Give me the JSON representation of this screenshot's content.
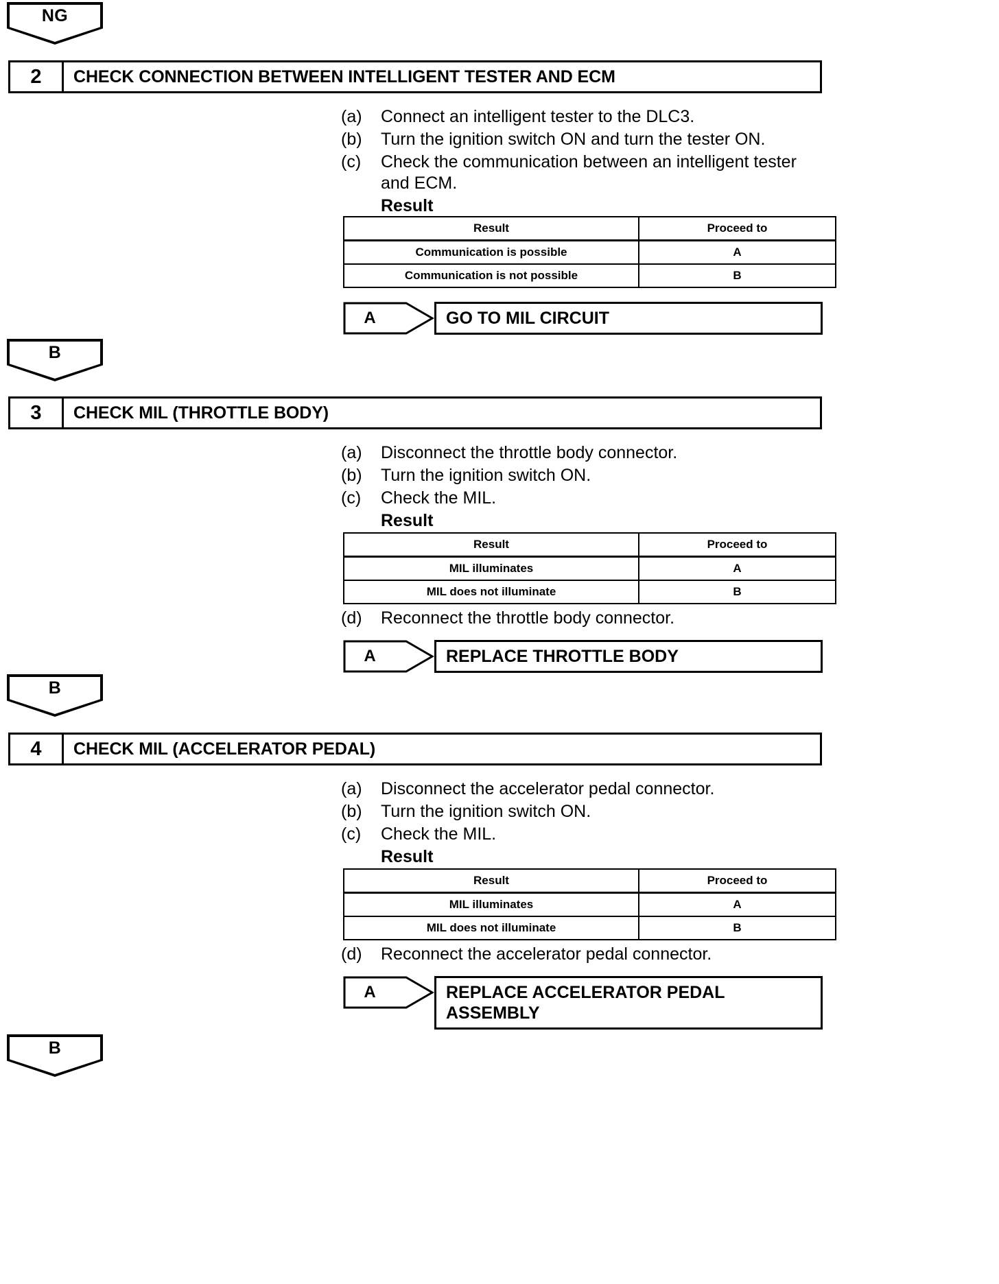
{
  "doc": {
    "type": "automotive-diagnostic-flowchart",
    "line_color": "#000000",
    "background": "#ffffff"
  },
  "connectors": {
    "ng_top": "NG",
    "b_after_step2": "B",
    "b_after_step3": "B",
    "b_after_step4": "B"
  },
  "steps": [
    {
      "number": "2",
      "title": "CHECK CONNECTION BETWEEN INTELLIGENT TESTER AND ECM",
      "instructions": [
        {
          "label": "(a)",
          "text": "Connect an intelligent tester to the DLC3."
        },
        {
          "label": "(b)",
          "text": "Turn the ignition switch ON and turn the tester ON."
        },
        {
          "label": "(c)",
          "text": "Check the communication between an intelligent tester and ECM."
        }
      ],
      "result_label": "Result",
      "table": {
        "headers": [
          "Result",
          "Proceed to"
        ],
        "rows": [
          [
            "Communication is possible",
            "A"
          ],
          [
            "Communication is not possible",
            "B"
          ]
        ]
      },
      "post_instructions": [],
      "branch": {
        "flag": "A",
        "action": "GO TO MIL CIRCUIT"
      }
    },
    {
      "number": "3",
      "title": "CHECK MIL (THROTTLE BODY)",
      "instructions": [
        {
          "label": "(a)",
          "text": "Disconnect the throttle body connector."
        },
        {
          "label": "(b)",
          "text": "Turn the ignition switch ON."
        },
        {
          "label": "(c)",
          "text": "Check the MIL."
        }
      ],
      "result_label": "Result",
      "table": {
        "headers": [
          "Result",
          "Proceed to"
        ],
        "rows": [
          [
            "MIL illuminates",
            "A"
          ],
          [
            "MIL does not illuminate",
            "B"
          ]
        ]
      },
      "post_instructions": [
        {
          "label": "(d)",
          "text": "Reconnect the throttle body connector."
        }
      ],
      "branch": {
        "flag": "A",
        "action": "REPLACE THROTTLE BODY"
      }
    },
    {
      "number": "4",
      "title": "CHECK MIL (ACCELERATOR PEDAL)",
      "instructions": [
        {
          "label": "(a)",
          "text": "Disconnect the accelerator pedal connector."
        },
        {
          "label": "(b)",
          "text": "Turn the ignition switch ON."
        },
        {
          "label": "(c)",
          "text": "Check the MIL."
        }
      ],
      "result_label": "Result",
      "table": {
        "headers": [
          "Result",
          "Proceed to"
        ],
        "rows": [
          [
            "MIL illuminates",
            "A"
          ],
          [
            "MIL does not illuminate",
            "B"
          ]
        ]
      },
      "post_instructions": [
        {
          "label": "(d)",
          "text": "Reconnect the accelerator pedal connector."
        }
      ],
      "branch": {
        "flag": "A",
        "action": "REPLACE ACCELERATOR PEDAL\nASSEMBLY"
      }
    }
  ]
}
